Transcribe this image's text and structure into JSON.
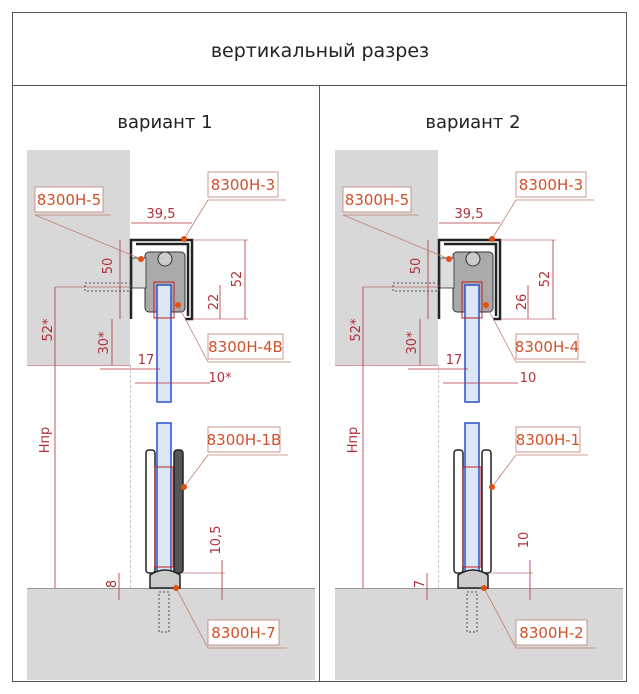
{
  "title": "вертикальный разрез",
  "colors": {
    "dim": "#b0303a",
    "label": "#d0502a",
    "leader": "#c08070",
    "glass": "#2a50d0",
    "grey": "#d8d8d8",
    "dot": "#e05010"
  },
  "variants": [
    {
      "title": "вариант 1",
      "labels": {
        "wall_clip": "8300H-5",
        "track": "8300H-3",
        "carriage": "8300H-4B",
        "bottom_guide": "8300H-1B",
        "floor_guide": "8300H-7"
      },
      "dims": {
        "width": "39,5",
        "left_h": "50",
        "right_h": "52",
        "grip": "22",
        "mount": "52*",
        "gap": "30*",
        "offset": "17",
        "glass": "10*",
        "height": "Hпр",
        "bottom": "10,5",
        "floor": "8"
      }
    },
    {
      "title": "вариант 2",
      "labels": {
        "wall_clip": "8300H-5",
        "track": "8300H-3",
        "carriage": "8300H-4",
        "bottom_guide": "8300H-1",
        "floor_guide": "8300H-2"
      },
      "dims": {
        "width": "39,5",
        "left_h": "50",
        "right_h": "52",
        "grip": "26",
        "mount": "52*",
        "gap": "30*",
        "offset": "17",
        "glass": "10",
        "height": "Hпр",
        "bottom": "10",
        "floor": "7"
      }
    }
  ]
}
